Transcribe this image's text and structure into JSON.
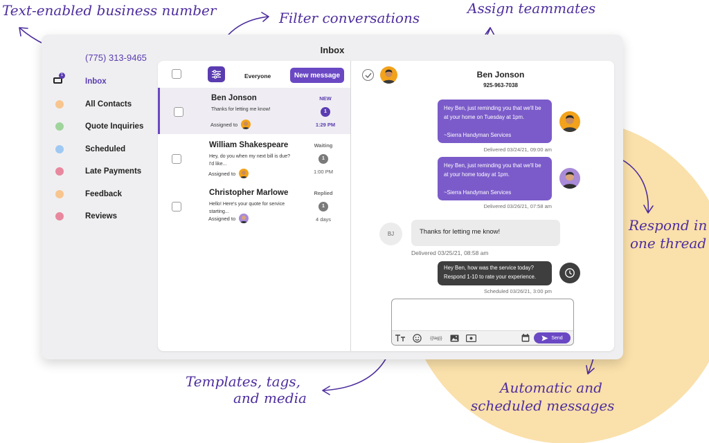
{
  "annotations": {
    "business_number": "Text-enabled business number",
    "filter": "Filter conversations",
    "assign": "Assign teammates",
    "respond_line1": "Respond in",
    "respond_line2": "one thread",
    "templates_line1": "Templates, tags,",
    "templates_line2": "and media",
    "automatic_line1": "Automatic and",
    "automatic_line2": "scheduled messages"
  },
  "app": {
    "title": "Inbox",
    "business_phone": "(775) 313-9465",
    "inbox_badge": "1"
  },
  "sidebar": {
    "items": [
      {
        "label": "Inbox",
        "icon": "inbox-icon",
        "active": true
      },
      {
        "label": "All Contacts",
        "color": "#f8c58f"
      },
      {
        "label": "Quote Inquiries",
        "color": "#9fd49c"
      },
      {
        "label": "Scheduled",
        "color": "#9fc9f3"
      },
      {
        "label": "Late Payments",
        "color": "#e8889e"
      },
      {
        "label": "Feedback",
        "color": "#f8c58f"
      },
      {
        "label": "Reviews",
        "color": "#e8889e"
      }
    ]
  },
  "list_header": {
    "filter_icon": "sliders-icon",
    "filter_label": "Everyone",
    "new_message_label": "New message"
  },
  "conversations": [
    {
      "name": "Ben Jonson",
      "preview": "Thanks for letting me know!",
      "assigned_label": "Assigned to",
      "status": "NEW",
      "count": "1",
      "time": "1:29 PM",
      "selected": true
    },
    {
      "name": "William Shakespeare",
      "preview": "Hey, do you when my next bill is due? I'd like...",
      "assigned_label": "Assigned to",
      "status": "Waiting",
      "count": "1",
      "time": "1:00 PM"
    },
    {
      "name": "Christopher Marlowe",
      "preview": "Hello! Here's your quote for service starting...",
      "assigned_label": "Assigned to",
      "status": "Replied",
      "count": "1",
      "time": "4 days"
    }
  ],
  "thread": {
    "contact_name": "Ben Jonson",
    "contact_phone": "925-963-7038",
    "messages": [
      {
        "text": "Hey Ben, just reminding you that we'll be at your home on Tuesday at 1pm.",
        "signature": "~Sierra Handyman Services",
        "meta": "Delivered 03/24/21, 09:00 am"
      },
      {
        "text": "Hey Ben, just reminding you that we'll be at your home today at 1pm.",
        "signature": "~Sierra Handyman Services",
        "meta": "Delivered 03/26/21, 07:58 am"
      },
      {
        "initials": "BJ",
        "text": "Thanks for letting me know!",
        "meta": "Delivered 03/25/21, 08:58 am"
      },
      {
        "text": "Hey Ben, how was the service today? Respond 1-10 to rate your experience.",
        "meta": "Scheduled 03/26/21, 3:00 pm"
      }
    ]
  },
  "composer": {
    "tag_label": "{{tag}}",
    "send_label": "Send",
    "icons": [
      "text-format-icon",
      "emoji-icon",
      "tag-icon",
      "image-icon",
      "media-icon",
      "calendar-icon",
      "send-icon"
    ]
  },
  "colors": {
    "accent": "#6a48c4",
    "annotation": "#4e2e9e",
    "blob": "#fae0aa",
    "outgoing_bubble": "#7b5bc9",
    "scheduled_bubble": "#3e3e3e"
  }
}
